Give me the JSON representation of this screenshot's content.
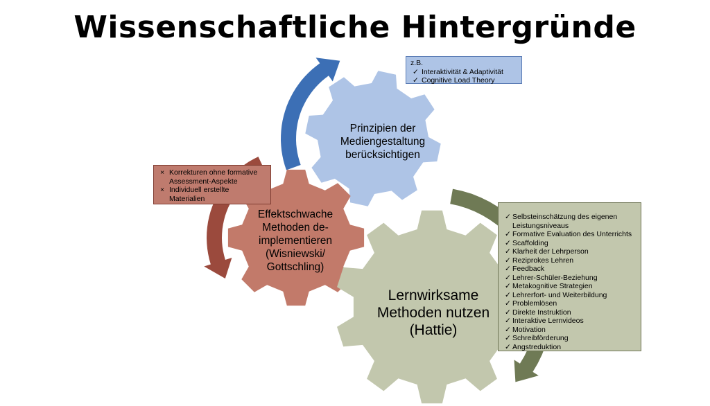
{
  "title": "Wissenschaftliche Hintergründe",
  "colors": {
    "blue_gear": "#aec4e6",
    "red_gear": "#c27a6a",
    "green_gear": "#c2c7ad",
    "blue_arrow": "#3c6fb5",
    "red_arrow": "#9b4a3d",
    "green_arrow": "#6f7a55"
  },
  "gears": {
    "blue": {
      "lines": [
        "Prinzipien der",
        "Mediengestaltung",
        "berücksichtigen"
      ]
    },
    "red": {
      "lines": [
        "Effektschwache",
        "Methoden de-",
        "implementieren",
        "(Wisniewski/",
        "Gottschling)"
      ]
    },
    "green": {
      "lines": [
        "Lernwirksame",
        "Methoden nutzen",
        "(Hattie)"
      ]
    }
  },
  "notes": {
    "blue": {
      "heading": "z.B.",
      "marker": "✓",
      "items": [
        "Interaktivität & Adaptivität",
        "Cognitive Load Theory"
      ]
    },
    "red": {
      "marker": "×",
      "items": [
        "Korrekturen ohne formative Assessment-Aspekte",
        "Individuell erstellte Materialien"
      ]
    },
    "green": {
      "marker": "✓",
      "items": [
        "Selbsteinschätzung des eigenen Leistungsniveaus",
        "Formative Evaluation des Unterrichts",
        "Scaffolding",
        "Klarheit der Lehrperson",
        "Reziprokes Lehren",
        "Feedback",
        "Lehrer-Schüler-Beziehung",
        "Metakognitive Strategien",
        "Lehrerfort- und Weiterbildung",
        "Problemlösen",
        "Direkte Instruktion",
        "Interaktive Lernvideos",
        "Motivation",
        "Schreibförderung",
        "Angstreduktion"
      ]
    }
  }
}
